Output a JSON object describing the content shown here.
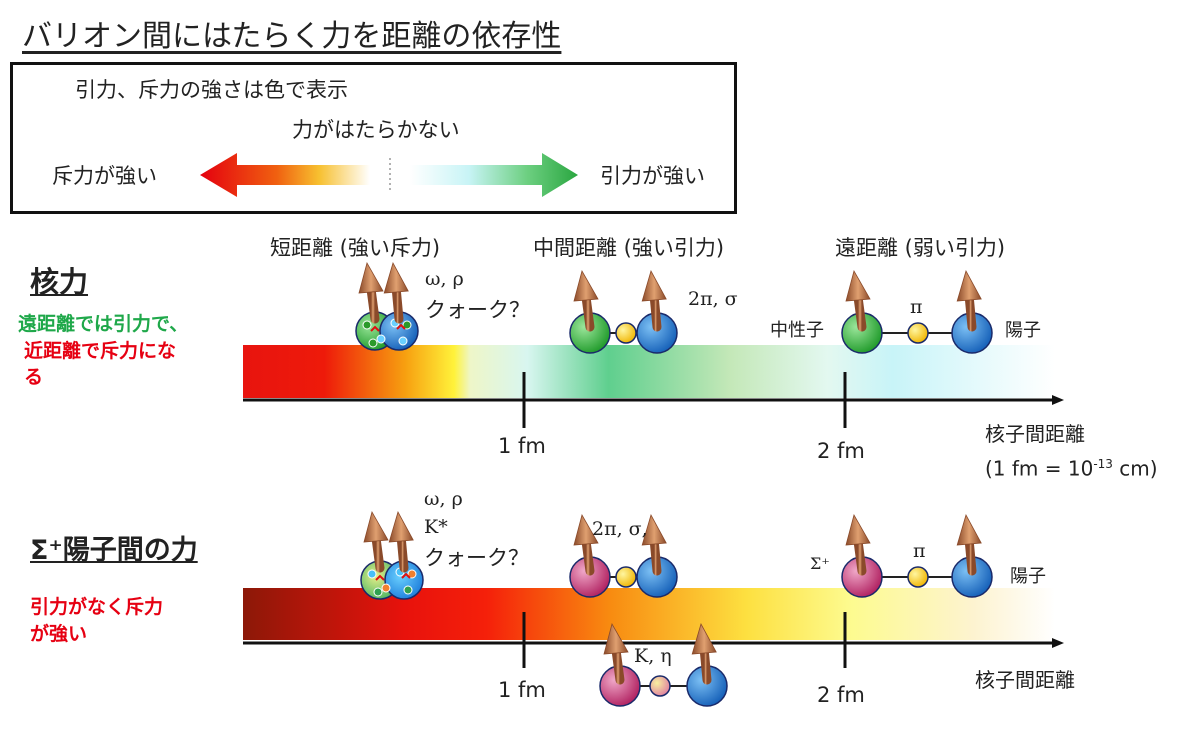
{
  "title": "バリオン間にはたらく力を距離の依存性",
  "legend": {
    "caption": "引力、斥力の強さは色で表示",
    "neutral": "力がはたらかない",
    "repulsive": "斥力が強い",
    "attractive": "引力が強い"
  },
  "nuclear": {
    "heading": "核力",
    "note_green": "遠距離では引力で、",
    "note_red_1": "近距離で斥力にな",
    "note_red_2": "る",
    "region_short": "短距離 (強い斥力)",
    "region_mid": "中間距離 (強い引力)",
    "region_long": "遠距離 (弱い引力)",
    "short_mesons": "ω, ρ",
    "short_quark": "クォーク？",
    "mid_mesons": "2π, σ",
    "long_neutron": "中性子",
    "long_meson": "π",
    "long_proton": "陽子",
    "tick_1": "1 fm",
    "tick_2": "2 fm",
    "axis_label": "核子間距離",
    "unit_note_pre": "(1 fm = 10",
    "unit_note_exp": "-13",
    "unit_note_post": " cm)"
  },
  "sigma": {
    "heading": "Σ⁺陽子間の力",
    "note_red_1": "引力がなく斥力",
    "note_red_2": "が強い",
    "short_mesons": "ω, ρ",
    "short_kstar": "K*",
    "short_quark": "クォーク？",
    "mid_mesons": "2π, σ,",
    "mid_lower_mesons": "K, η",
    "long_sigma": "Σ⁺",
    "long_meson": "π",
    "long_proton": "陽子",
    "tick_1": "1 fm",
    "tick_2": "2 fm",
    "axis_label": "核子間距離"
  },
  "colors": {
    "repulsive": "#e60012",
    "attractive": "#2fb04a",
    "neutron": "#2fa83a",
    "proton": "#1f6fc4",
    "sigma": "#c0306a",
    "meson": "#f2c200",
    "spin_arrow": "#b8704a"
  }
}
